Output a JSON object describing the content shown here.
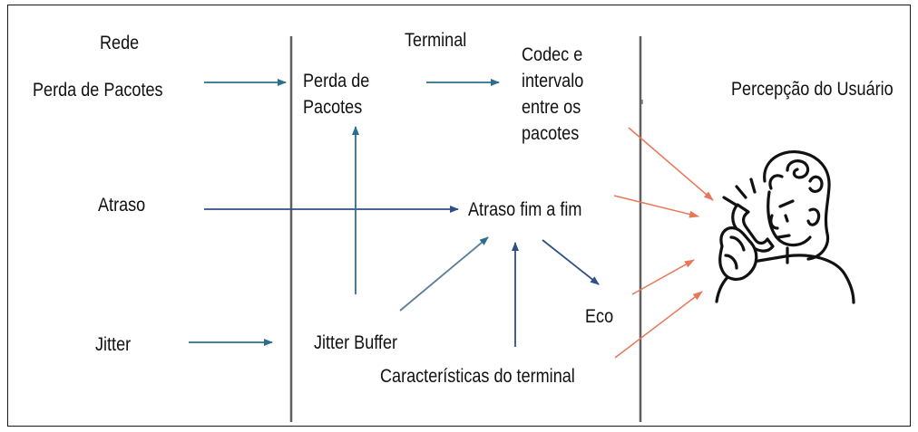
{
  "headers": {
    "network": "Rede",
    "terminal": "Terminal",
    "user_perception": "Percepção do Usuário"
  },
  "network": {
    "packet_loss": "Perda de Pacotes",
    "delay": "Atraso",
    "jitter": "Jitter"
  },
  "terminal": {
    "packet_loss_lines": [
      "Perda de",
      "Pacotes"
    ],
    "codec_lines": [
      "Codec e",
      "intervalo",
      "entre os",
      "pacotes"
    ],
    "end_to_end_delay": "Atraso fim a fim",
    "echo": "Eco",
    "jitter_buffer": "Jitter Buffer",
    "terminal_characteristics": "Características do terminal"
  },
  "colors": {
    "arrow_blue_teal": "#2b6f8e",
    "arrow_navy": "#2f4f86",
    "arrow_orange": "#e8775a",
    "divider": "#5f5f5f",
    "text": "#111111"
  },
  "icons": {
    "user": "person-on-phone-icon"
  }
}
